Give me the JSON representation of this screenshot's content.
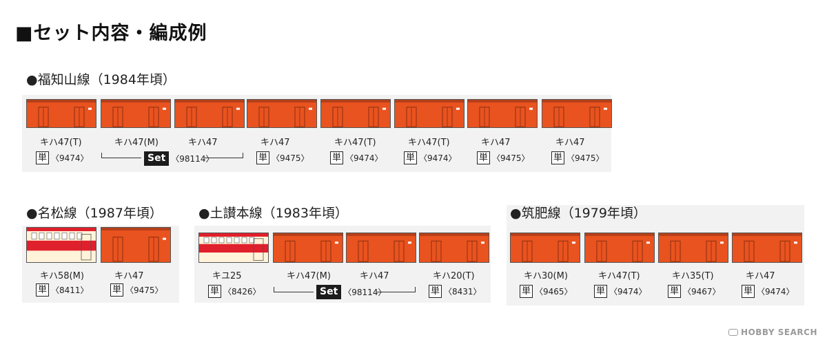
{
  "page": {
    "title": "■セット内容・編成例",
    "watermark": "HOBBY SEARCH",
    "set_label": "Set",
    "single_label": "単"
  },
  "colors": {
    "body": "#e9531f",
    "roof": "#b5401a",
    "cream": "#fff3d9",
    "red_band": "#e0202c",
    "outline": "#555555",
    "panel": "#f2f2f2"
  },
  "sections": [
    {
      "id": "fukuchiyama",
      "title": "●福知山線（1984年頃）",
      "cars": [
        {
          "label": "キハ47(T)",
          "code": "〈9474〉",
          "tag": "single",
          "livery": "orange"
        },
        {
          "label": "キハ47(M)",
          "livery": "orange"
        },
        {
          "label": "キハ47",
          "livery": "orange"
        },
        {
          "label": "キハ47",
          "code": "〈9475〉",
          "tag": "single",
          "livery": "orange"
        },
        {
          "label": "キハ47(T)",
          "code": "〈9474〉",
          "tag": "single",
          "livery": "orange"
        },
        {
          "label": "キハ47(T)",
          "code": "〈9474〉",
          "tag": "single",
          "livery": "orange"
        },
        {
          "label": "キハ47",
          "code": "〈9475〉",
          "tag": "single",
          "livery": "orange"
        },
        {
          "label": "キハ47",
          "code": "〈9475〉",
          "tag": "single",
          "livery": "orange"
        }
      ],
      "set": {
        "code": "〈98114〉"
      }
    },
    {
      "id": "meisho",
      "title": "●名松線（1987年頃）",
      "cars": [
        {
          "label": "キハ58(M)",
          "code": "〈8411〉",
          "tag": "single",
          "livery": "express"
        },
        {
          "label": "キハ47",
          "code": "〈9475〉",
          "tag": "single",
          "livery": "orange"
        }
      ]
    },
    {
      "id": "dosan",
      "title": "●土讃本線（1983年頃）",
      "cars": [
        {
          "label": "キユ25",
          "code": "〈8426〉",
          "tag": "single",
          "livery": "express"
        },
        {
          "label": "キハ47(M)",
          "livery": "orange"
        },
        {
          "label": "キハ47",
          "livery": "orange"
        },
        {
          "label": "キハ20(T)",
          "code": "〈8431〉",
          "tag": "single",
          "livery": "orange"
        }
      ],
      "set": {
        "code": "〈98114〉"
      }
    },
    {
      "id": "chikuhi",
      "title": "●筑肥線（1979年頃）",
      "cars": [
        {
          "label": "キハ30(M)",
          "code": "〈9465〉",
          "tag": "single",
          "livery": "orange"
        },
        {
          "label": "キハ47(T)",
          "code": "〈9474〉",
          "tag": "single",
          "livery": "orange"
        },
        {
          "label": "キハ35(T)",
          "code": "〈9467〉",
          "tag": "single",
          "livery": "orange"
        },
        {
          "label": "キハ47",
          "code": "〈9474〉",
          "tag": "single",
          "livery": "orange"
        }
      ]
    }
  ]
}
